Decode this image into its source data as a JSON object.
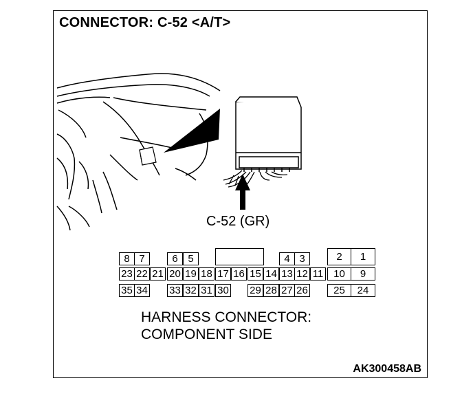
{
  "title": "CONNECTOR: C-52 <A/T>",
  "connector_label": "C-52 (GR)",
  "pin_rows": {
    "row1": [
      "8",
      "7",
      "6",
      "5",
      "4",
      "3",
      "2",
      "1"
    ],
    "row2": [
      "23",
      "22",
      "21",
      "20",
      "19",
      "18",
      "17",
      "16",
      "15",
      "14",
      "13",
      "12",
      "11",
      "10",
      "9"
    ],
    "row3": [
      "35",
      "34",
      "33",
      "32",
      "31",
      "30",
      "29",
      "28",
      "27",
      "26",
      "25",
      "24"
    ]
  },
  "harness_caption": {
    "line1": "HARNESS CONNECTOR:",
    "line2": "COMPONENT SIDE"
  },
  "figure_code": "AK300458AB"
}
